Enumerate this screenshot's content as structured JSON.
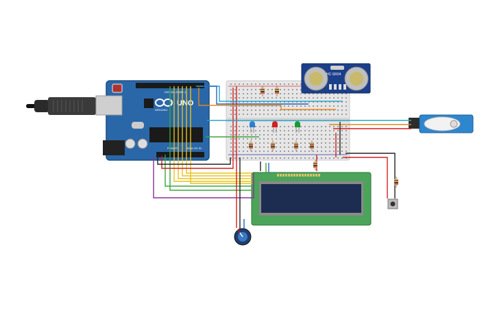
{
  "arduino": {
    "brand": "UNO",
    "maker": "ARDUINO",
    "power_label": "POWER",
    "analog_label": "ANALOG IN",
    "digital_label": "DIGITAL (PWM~)",
    "icon": "arduino-infinity-logo"
  },
  "sensor": {
    "label": "HC-SR04",
    "icon": "ultrasonic-transducer"
  },
  "lcd": {
    "screen_text_line1": "",
    "screen_text_line2": "",
    "icon": "lcd-16x2"
  },
  "leds": [
    {
      "name": "blue",
      "color": "#2f7dd1"
    },
    {
      "name": "red",
      "color": "#d32020"
    },
    {
      "name": "green",
      "color": "#1a9a33"
    }
  ],
  "colors": {
    "board": "#2a67a8",
    "breadboard": "#e6e6e6",
    "lcd_pcb": "#4ca35a",
    "lcd_screen": "#1d2d52",
    "servo": "#2e86cf",
    "wire_red": "#d21f1f",
    "wire_black": "#222222",
    "wire_yellow": "#e8c21a",
    "wire_green": "#3aa63a",
    "wire_purple": "#8a2f9a",
    "wire_orange": "#e0861c",
    "wire_cyan": "#27a6c9",
    "wire_blue": "#2364c2"
  }
}
